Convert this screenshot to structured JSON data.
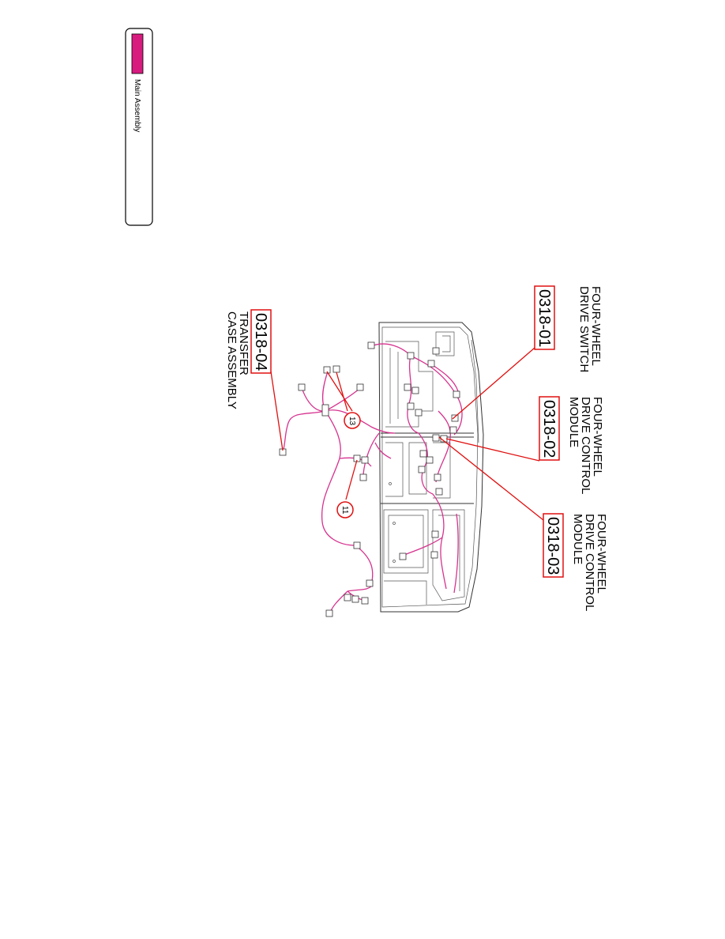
{
  "legend": {
    "label": "Main Assembly",
    "swatch_color": "#d81b7f"
  },
  "colors": {
    "wire": "#d6338f",
    "callout": "#e01010",
    "outline": "#333333"
  },
  "callouts": [
    {
      "code": "0318-01",
      "lines": [
        "FOUR-WHEEL",
        "DRIVE SWITCH"
      ]
    },
    {
      "code": "0318-02",
      "lines": [
        "FOUR-WHEEL",
        "DRIVE CONTROL",
        "MODULE"
      ]
    },
    {
      "code": "0318-03",
      "lines": [
        "FOUR-WHEEL",
        "DRIVE CONTROL",
        "MODULE"
      ]
    },
    {
      "code": "0318-04",
      "lines": [
        "TRANSFER",
        "CASE ASSEMBLY"
      ]
    }
  ],
  "bubbles": [
    {
      "label": "13"
    },
    {
      "label": "11"
    }
  ]
}
